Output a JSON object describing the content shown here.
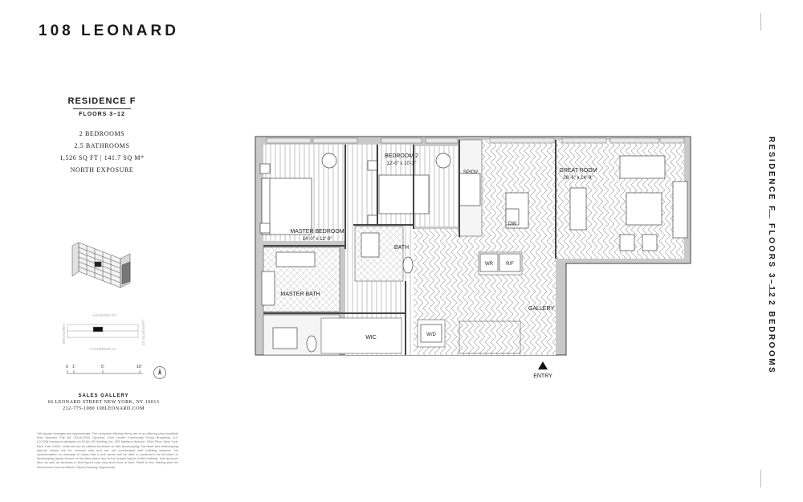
{
  "brand": "108 LEONARD",
  "residence": {
    "name": "RESIDENCE F",
    "floors": "FLOORS 3–12",
    "bedrooms": "2 BEDROOMS",
    "bathrooms": "2.5 BATHROOMS",
    "area": "1,526 SQ FT  |  141.7 SQ M*",
    "exposure": "NORTH EXPOSURE"
  },
  "plan": {
    "rooms": {
      "bedroom2": "BEDROOM 2",
      "bedroom2_dim": "12'-0\" x 10'-3\"",
      "great_room": "GREAT ROOM",
      "great_room_dim": "26'-6\" x 14'-9\"",
      "master_bedroom": "MASTER BEDROOM",
      "master_bedroom_dim": "14'-0\" x 12'-9\"",
      "bath": "BATH",
      "master_bath": "MASTER BATH",
      "wic": "WIC",
      "gallery": "GALLERY",
      "sp_ov": "SP/OV",
      "dw": "DW",
      "wr": "WR",
      "rf": "R/F",
      "wd": "W/D"
    },
    "entry": "ENTRY"
  },
  "keyplan": {
    "street_top": "LEONARD ST",
    "street_bottom": "CATHERINE LN",
    "street_left": "BROADWAY",
    "street_right": "LAFAYETTE ST",
    "scale": [
      "0",
      "1'",
      "5'",
      "10'"
    ]
  },
  "sales": {
    "title": "SALES GALLERY",
    "address": "66 LEONARD STREET   NEW YORK, NY 10013",
    "contact": "212-775-1080  108LEONARD.COM"
  },
  "disclaimer": "*All square footages are approximate. The complete offering terms are in an offering plan available from Sponsor. File No. CD16-0284. Sponsor: Civic Center Community Group Broadway LLC (CCGB) having an address c/o El Ad US Holding, Inc. 575 Madison Avenue, 22nd Floor, New York, New York 10022. Units will not be offered furnished or with landscaping. Furniture and landscaping layouts shown are for concept only and are not coordinated with building systems. No representation or warranty is made that a unit owner will be able to implement the furniture or landscaping layout shown on the floor plans due to the unique layout of this building. Unit area per floor as well as windows in that layout may vary from floor to floor. Refer to the offering plan for dimensions and conditions. Equal Housing Opportunity.",
  "vertical": {
    "residence": "RESIDENCE F",
    "floors": "FLOORS 3–12",
    "bedrooms": "2 BEDROOMS"
  }
}
